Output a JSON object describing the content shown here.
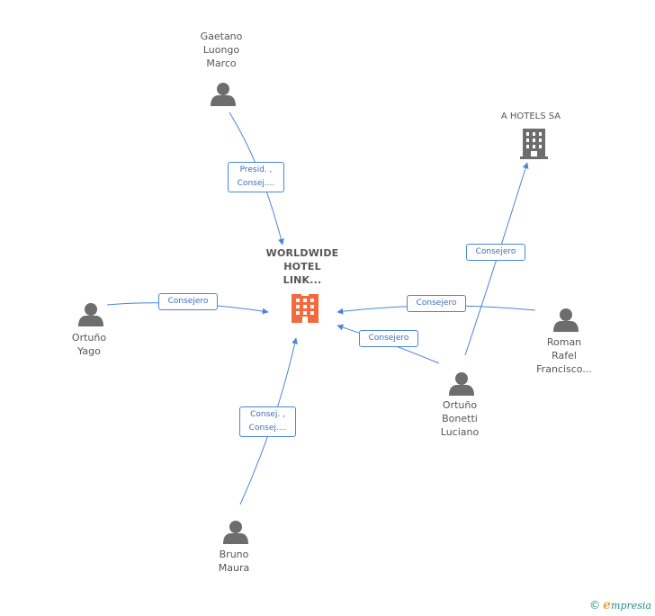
{
  "colors": {
    "edge": "#4a86d8",
    "person": "#6d6d6d",
    "center_company": "#f26a3d",
    "company": "#6d6d6d"
  },
  "nodes": {
    "center": {
      "label": "WORLDWIDE\nHOTEL\nLINK...",
      "icon": "building-icon"
    },
    "a_hotels": {
      "label": "A HOTELS SA",
      "icon": "building-icon"
    },
    "gaetano": {
      "label": "Gaetano\nLuongo\nMarco",
      "icon": "person-icon"
    },
    "ortuno_yago": {
      "label": "Ortuño\nYago",
      "icon": "person-icon"
    },
    "bruno": {
      "label": "Bruno\nMaura",
      "icon": "person-icon"
    },
    "roman": {
      "label": "Roman\nRafel\nFrancisco...",
      "icon": "person-icon"
    },
    "luciano": {
      "label": "Ortuño\nBonetti\nLuciano",
      "icon": "person-icon"
    }
  },
  "edges": {
    "gaetano": "Presid. ,\nConsej....",
    "yago": "Consejero",
    "bruno": "Consej. ,\nConsej....",
    "roman": "Consejero",
    "luciano_center": "Consejero",
    "luciano_ahotels": "Consejero"
  },
  "footer": {
    "copyright": "©",
    "brand_first": "e",
    "brand_rest": "mpresia"
  }
}
